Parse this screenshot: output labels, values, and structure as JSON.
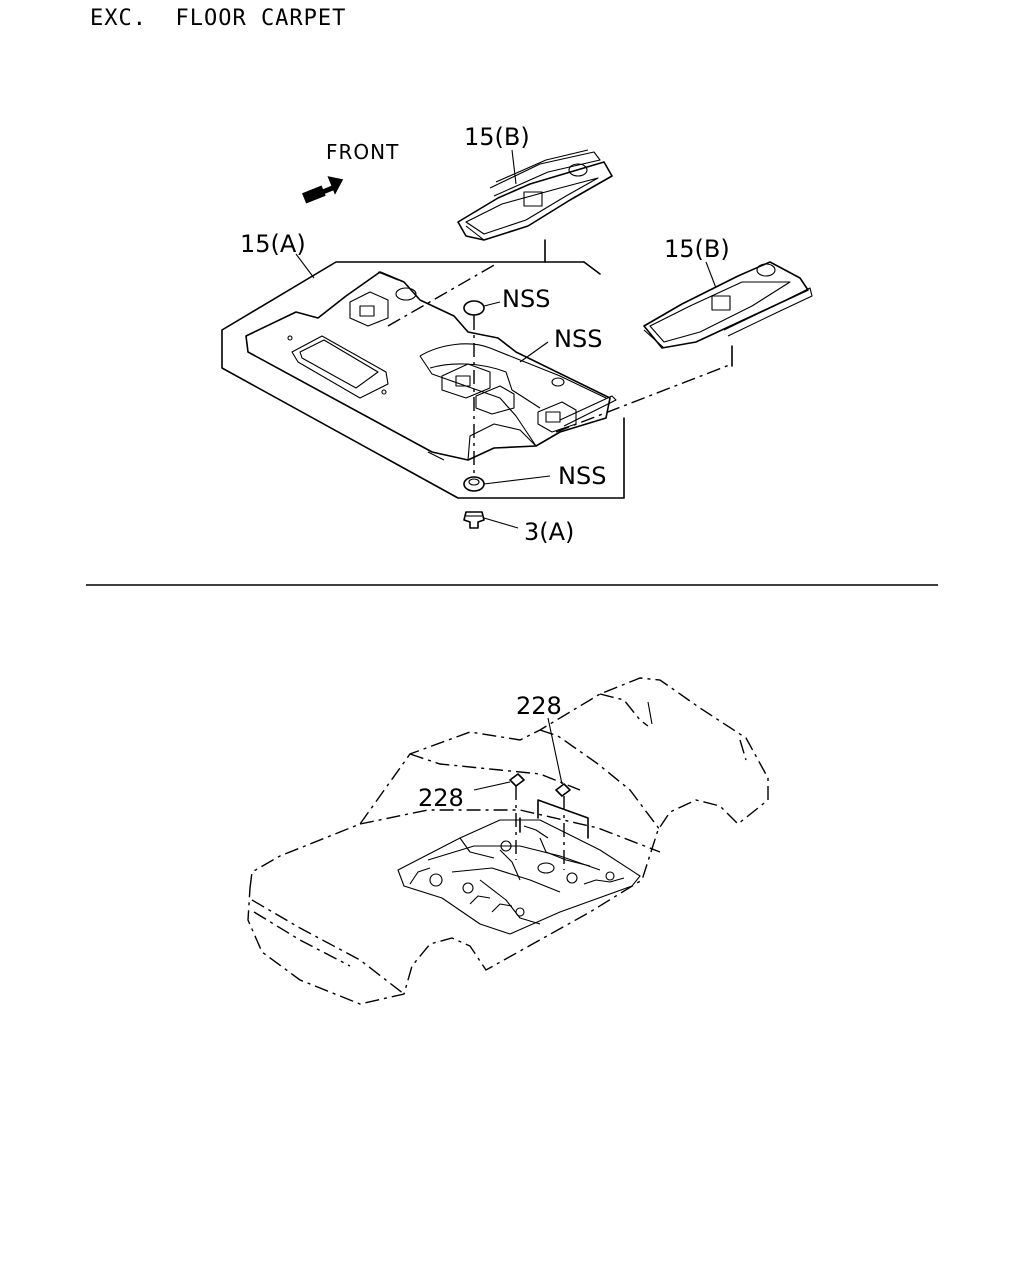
{
  "header": {
    "title": "EXC.  FLOOR CARPET"
  },
  "top_diagram": {
    "front_label": "FRONT",
    "callouts": {
      "part_15a": "15(A)",
      "part_15b_left": "15(B)",
      "part_15b_right": "15(B)",
      "nss_top": "NSS",
      "nss_middle": "NSS",
      "nss_bottom": "NSS",
      "part_3a": "3(A)"
    }
  },
  "bottom_diagram": {
    "callouts": {
      "part_228_top": "228",
      "part_228_left": "228"
    }
  }
}
